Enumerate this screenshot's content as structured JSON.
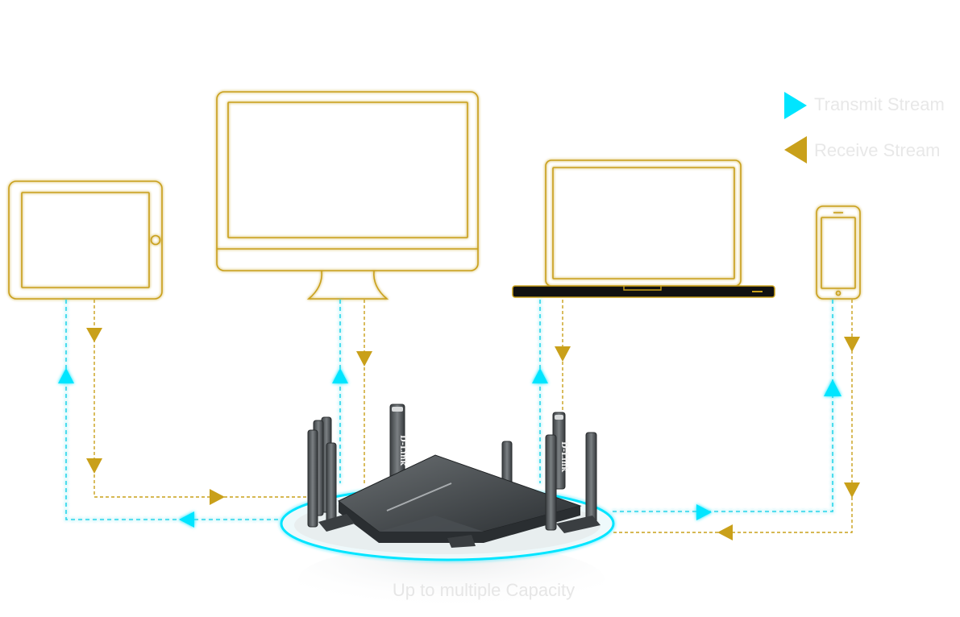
{
  "legend": {
    "transmit_label": "Transmit Stream",
    "receive_label": "Receive Stream",
    "transmit_color": "#00e5ff",
    "receive_color": "#c9a01a"
  },
  "devices": [
    {
      "name": "tablet"
    },
    {
      "name": "desktop-monitor"
    },
    {
      "name": "laptop"
    },
    {
      "name": "smartphone"
    }
  ],
  "router": {
    "brand": "D-Link",
    "antenna_count": 8
  },
  "caption": "Up to multiple Capacity"
}
